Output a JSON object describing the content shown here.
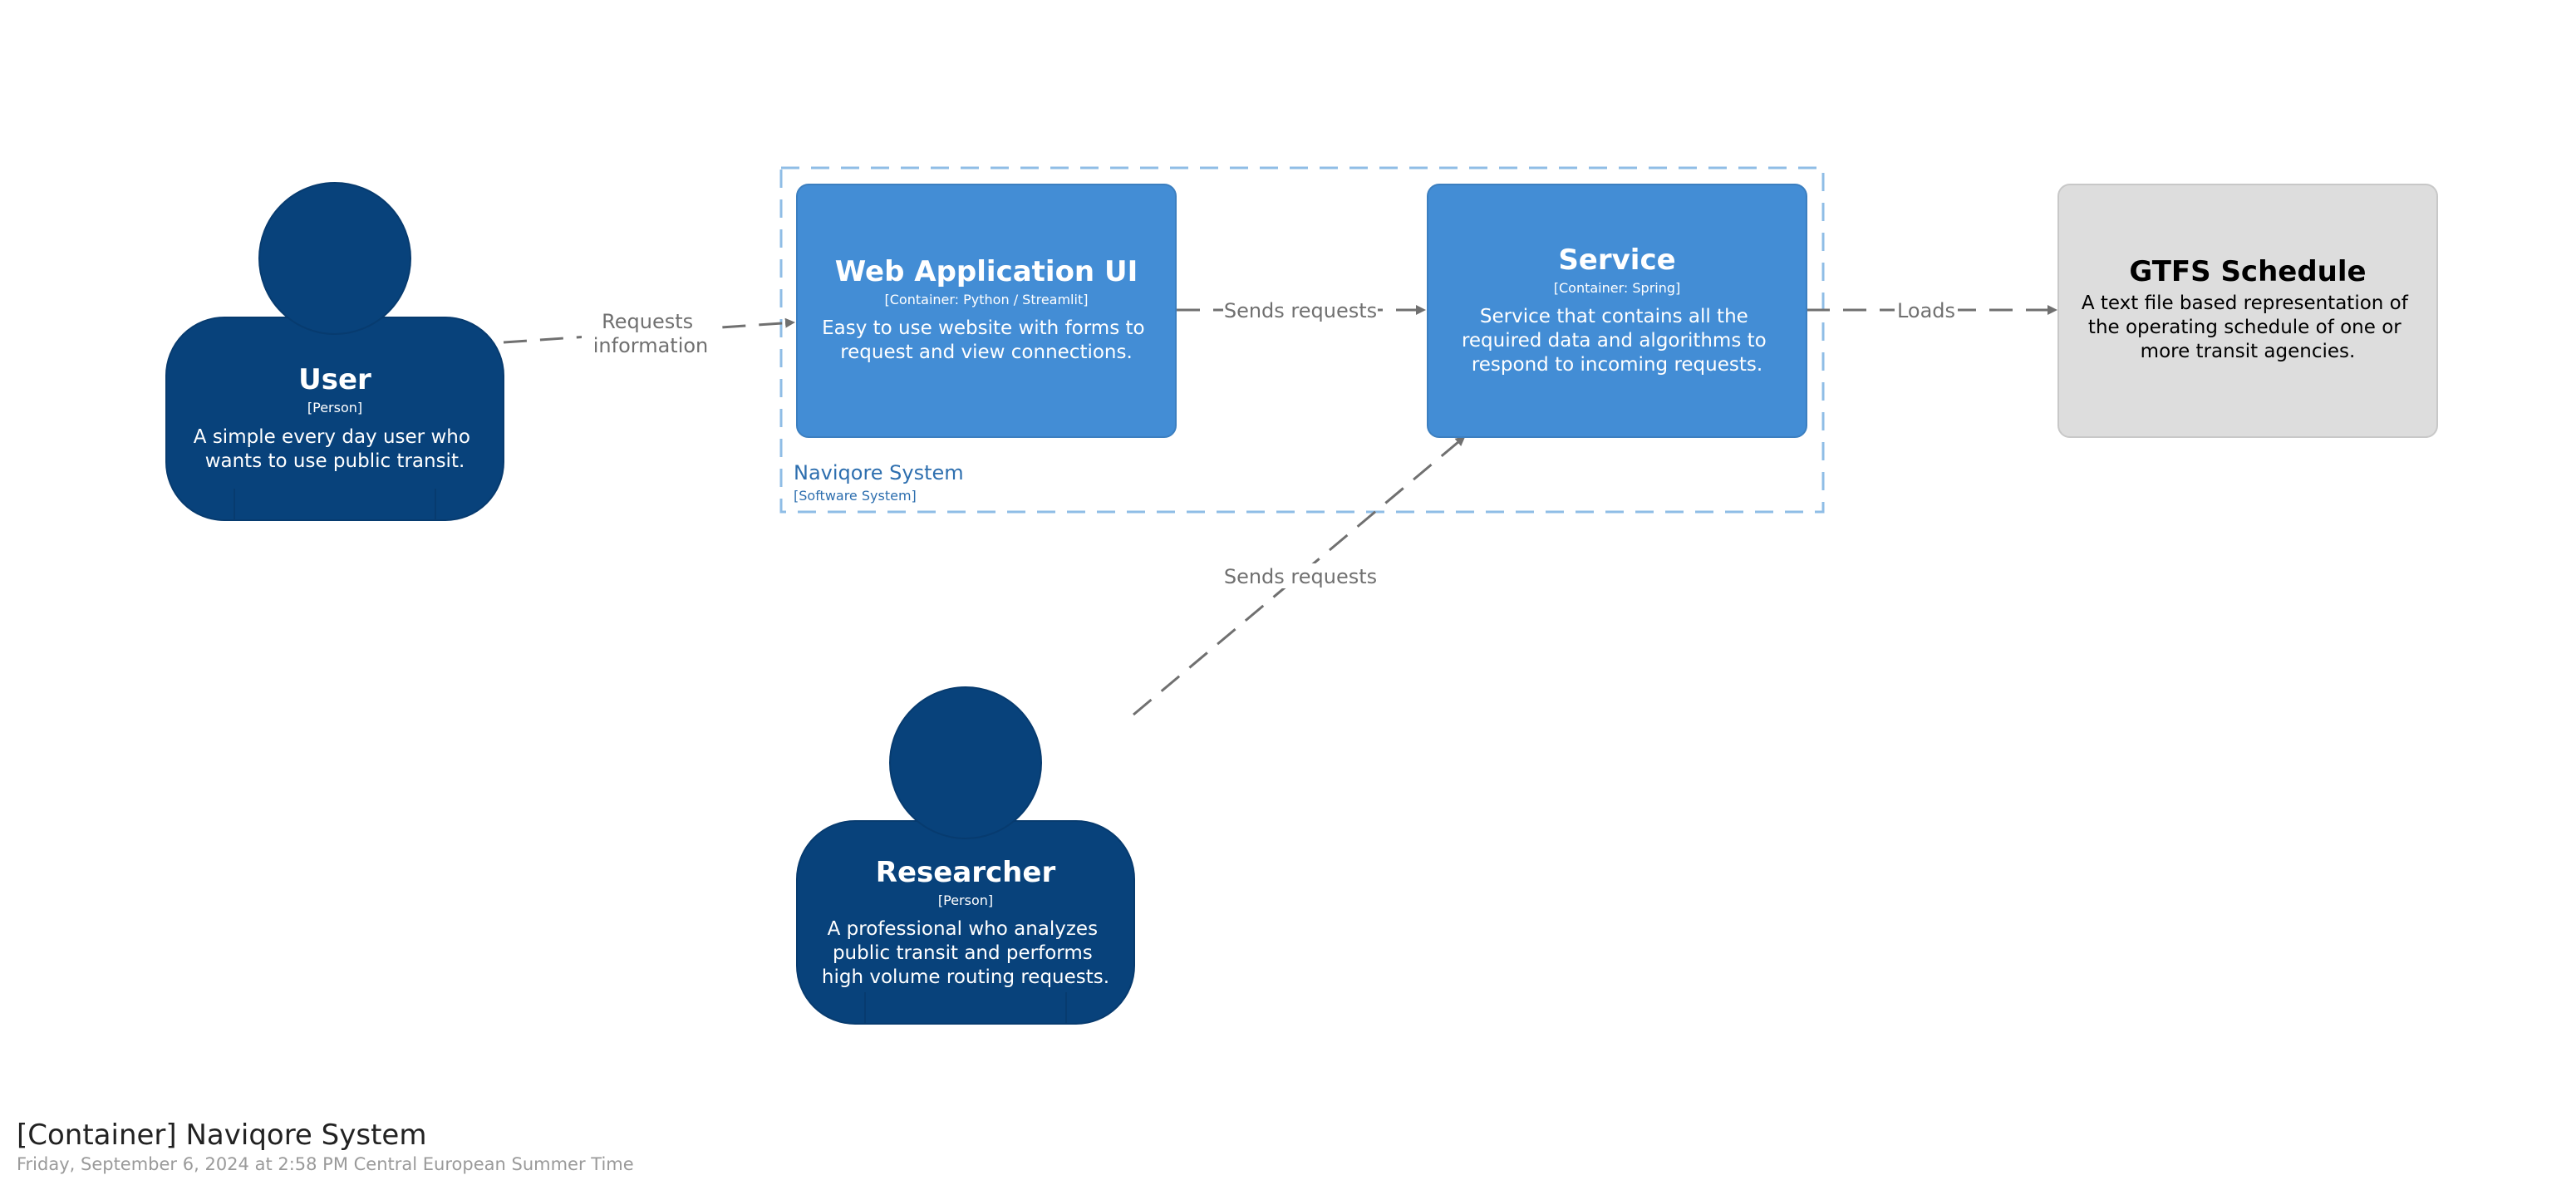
{
  "diagram": {
    "boundary": {
      "name": "Naviqore System",
      "type": "[Software System]"
    },
    "nodes": {
      "user": {
        "name": "User",
        "type": "[Person]",
        "description": [
          "A simple every day user who",
          "wants to use public transit."
        ]
      },
      "researcher": {
        "name": "Researcher",
        "type": "[Person]",
        "description": [
          "A professional who analyzes",
          "public transit and performs",
          "high volume routing requests."
        ]
      },
      "webapp": {
        "name": "Web Application UI",
        "type": "[Container: Python / Streamlit]",
        "description": [
          "Easy to use website with forms to",
          "request and view connections."
        ]
      },
      "service": {
        "name": "Service",
        "type": "[Container: Spring]",
        "description": [
          "Service that contains all the",
          "required data and algorithms to",
          "respond to incoming requests."
        ]
      },
      "gtfs": {
        "name": "GTFS Schedule",
        "description": [
          "A text file based representation of",
          "the operating schedule of one or",
          "more transit agencies."
        ]
      }
    },
    "relationships": {
      "user_webapp": [
        "Requests",
        "information"
      ],
      "webapp_service": "Sends requests",
      "researcher_service": "Sends requests",
      "service_gtfs": "Loads"
    },
    "colors": {
      "person": "#08427b",
      "container": "#438dd5",
      "external_system": "#dddddd",
      "boundary": "#8fbde6",
      "arrow": "#707070",
      "label": "#707070"
    }
  },
  "footer": {
    "title": "[Container] Naviqore System",
    "date": "Friday, September 6, 2024 at 2:58 PM Central European Summer Time"
  }
}
